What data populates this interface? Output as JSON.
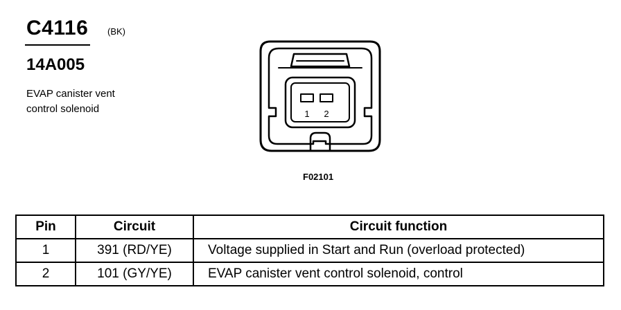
{
  "connector": {
    "id": "C4116",
    "color": "(BK)",
    "part_number": "14A005",
    "description_lines": [
      "EVAP canister vent",
      "control solenoid"
    ]
  },
  "diagram": {
    "pin_labels": [
      "1",
      "2"
    ],
    "figure_code": "F02101"
  },
  "table": {
    "headers": [
      "Pin",
      "Circuit",
      "Circuit function"
    ],
    "rows": [
      {
        "pin": "1",
        "circuit": "391 (RD/YE)",
        "function": "Voltage supplied in Start and Run (overload protected)"
      },
      {
        "pin": "2",
        "circuit": "101 (GY/YE)",
        "function": "EVAP canister vent control solenoid, control"
      }
    ]
  }
}
